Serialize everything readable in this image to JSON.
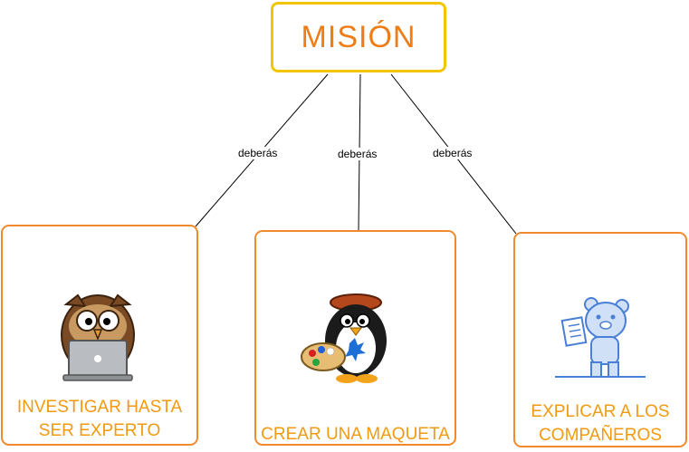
{
  "root": {
    "title": "MISIÓN"
  },
  "edges": [
    {
      "label": "deberás"
    },
    {
      "label": "deberás"
    },
    {
      "label": "deberás"
    }
  ],
  "nodes": [
    {
      "label_line1": "INVESTIGAR HASTA",
      "label_line2": "SER EXPERTO",
      "icon": "owl-laptop-icon"
    },
    {
      "label_line1": "CREAR UNA MAQUETA",
      "label_line2": "",
      "icon": "penguin-painter-icon"
    },
    {
      "label_line1": "EXPLICAR A LOS",
      "label_line2": "COMPAÑEROS",
      "icon": "bear-presenter-icon"
    }
  ],
  "colors": {
    "root_border": "#f2c500",
    "title": "#ef7d16",
    "node_border": "#ef8a2e",
    "node_text": "#f29a0f"
  }
}
